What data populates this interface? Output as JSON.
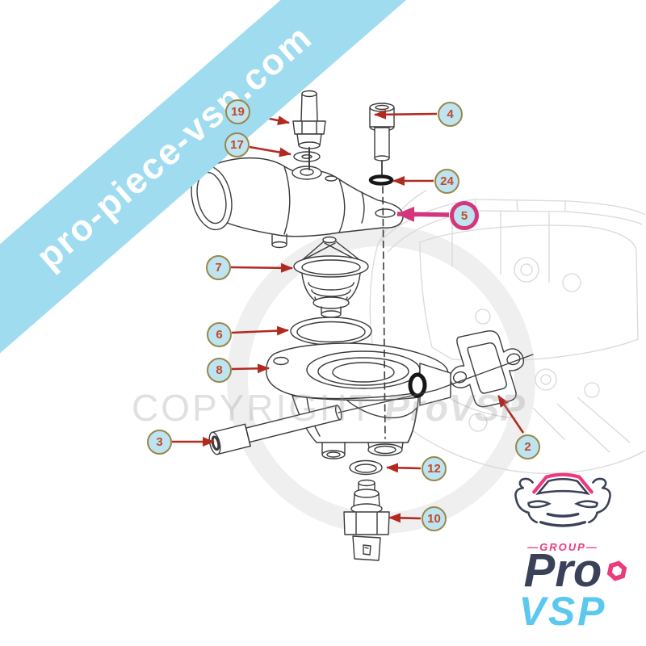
{
  "banner": {
    "text": "pro-piece-vsp.com",
    "background_color": "#a0dcef",
    "text_color": "#ffffff"
  },
  "watermark": {
    "copyright_text": "COPYRIGHT",
    "brand_text": "ProVSP",
    "color": "#9a9a9a"
  },
  "diagram": {
    "description": "Exploded parts diagram of a thermostat housing assembly with engine cylinder head in background",
    "callouts": [
      {
        "label": "19",
        "highlighted": false
      },
      {
        "label": "17",
        "highlighted": false
      },
      {
        "label": "4",
        "highlighted": false
      },
      {
        "label": "24",
        "highlighted": false
      },
      {
        "label": "5",
        "highlighted": true
      },
      {
        "label": "7",
        "highlighted": false
      },
      {
        "label": "6",
        "highlighted": false
      },
      {
        "label": "8",
        "highlighted": false
      },
      {
        "label": "3",
        "highlighted": false
      },
      {
        "label": "2",
        "highlighted": false
      },
      {
        "label": "12",
        "highlighted": false
      },
      {
        "label": "10",
        "highlighted": false
      }
    ],
    "colors": {
      "callout_fill": "#bde4f0",
      "callout_border": "#99884a",
      "callout_number": "#c14a28",
      "arrow_red": "#b02a20",
      "highlight_pink": "#d4367c",
      "line_art": "#3b3b3b",
      "faint_block": "#d9d9dd"
    }
  },
  "logo": {
    "group_label": "GROUP",
    "pro_label": "Pro",
    "vsp_label": "VSP",
    "navy": "#3a4158",
    "pink": "#ec3a7c",
    "light_blue": "#5bc8f0"
  }
}
